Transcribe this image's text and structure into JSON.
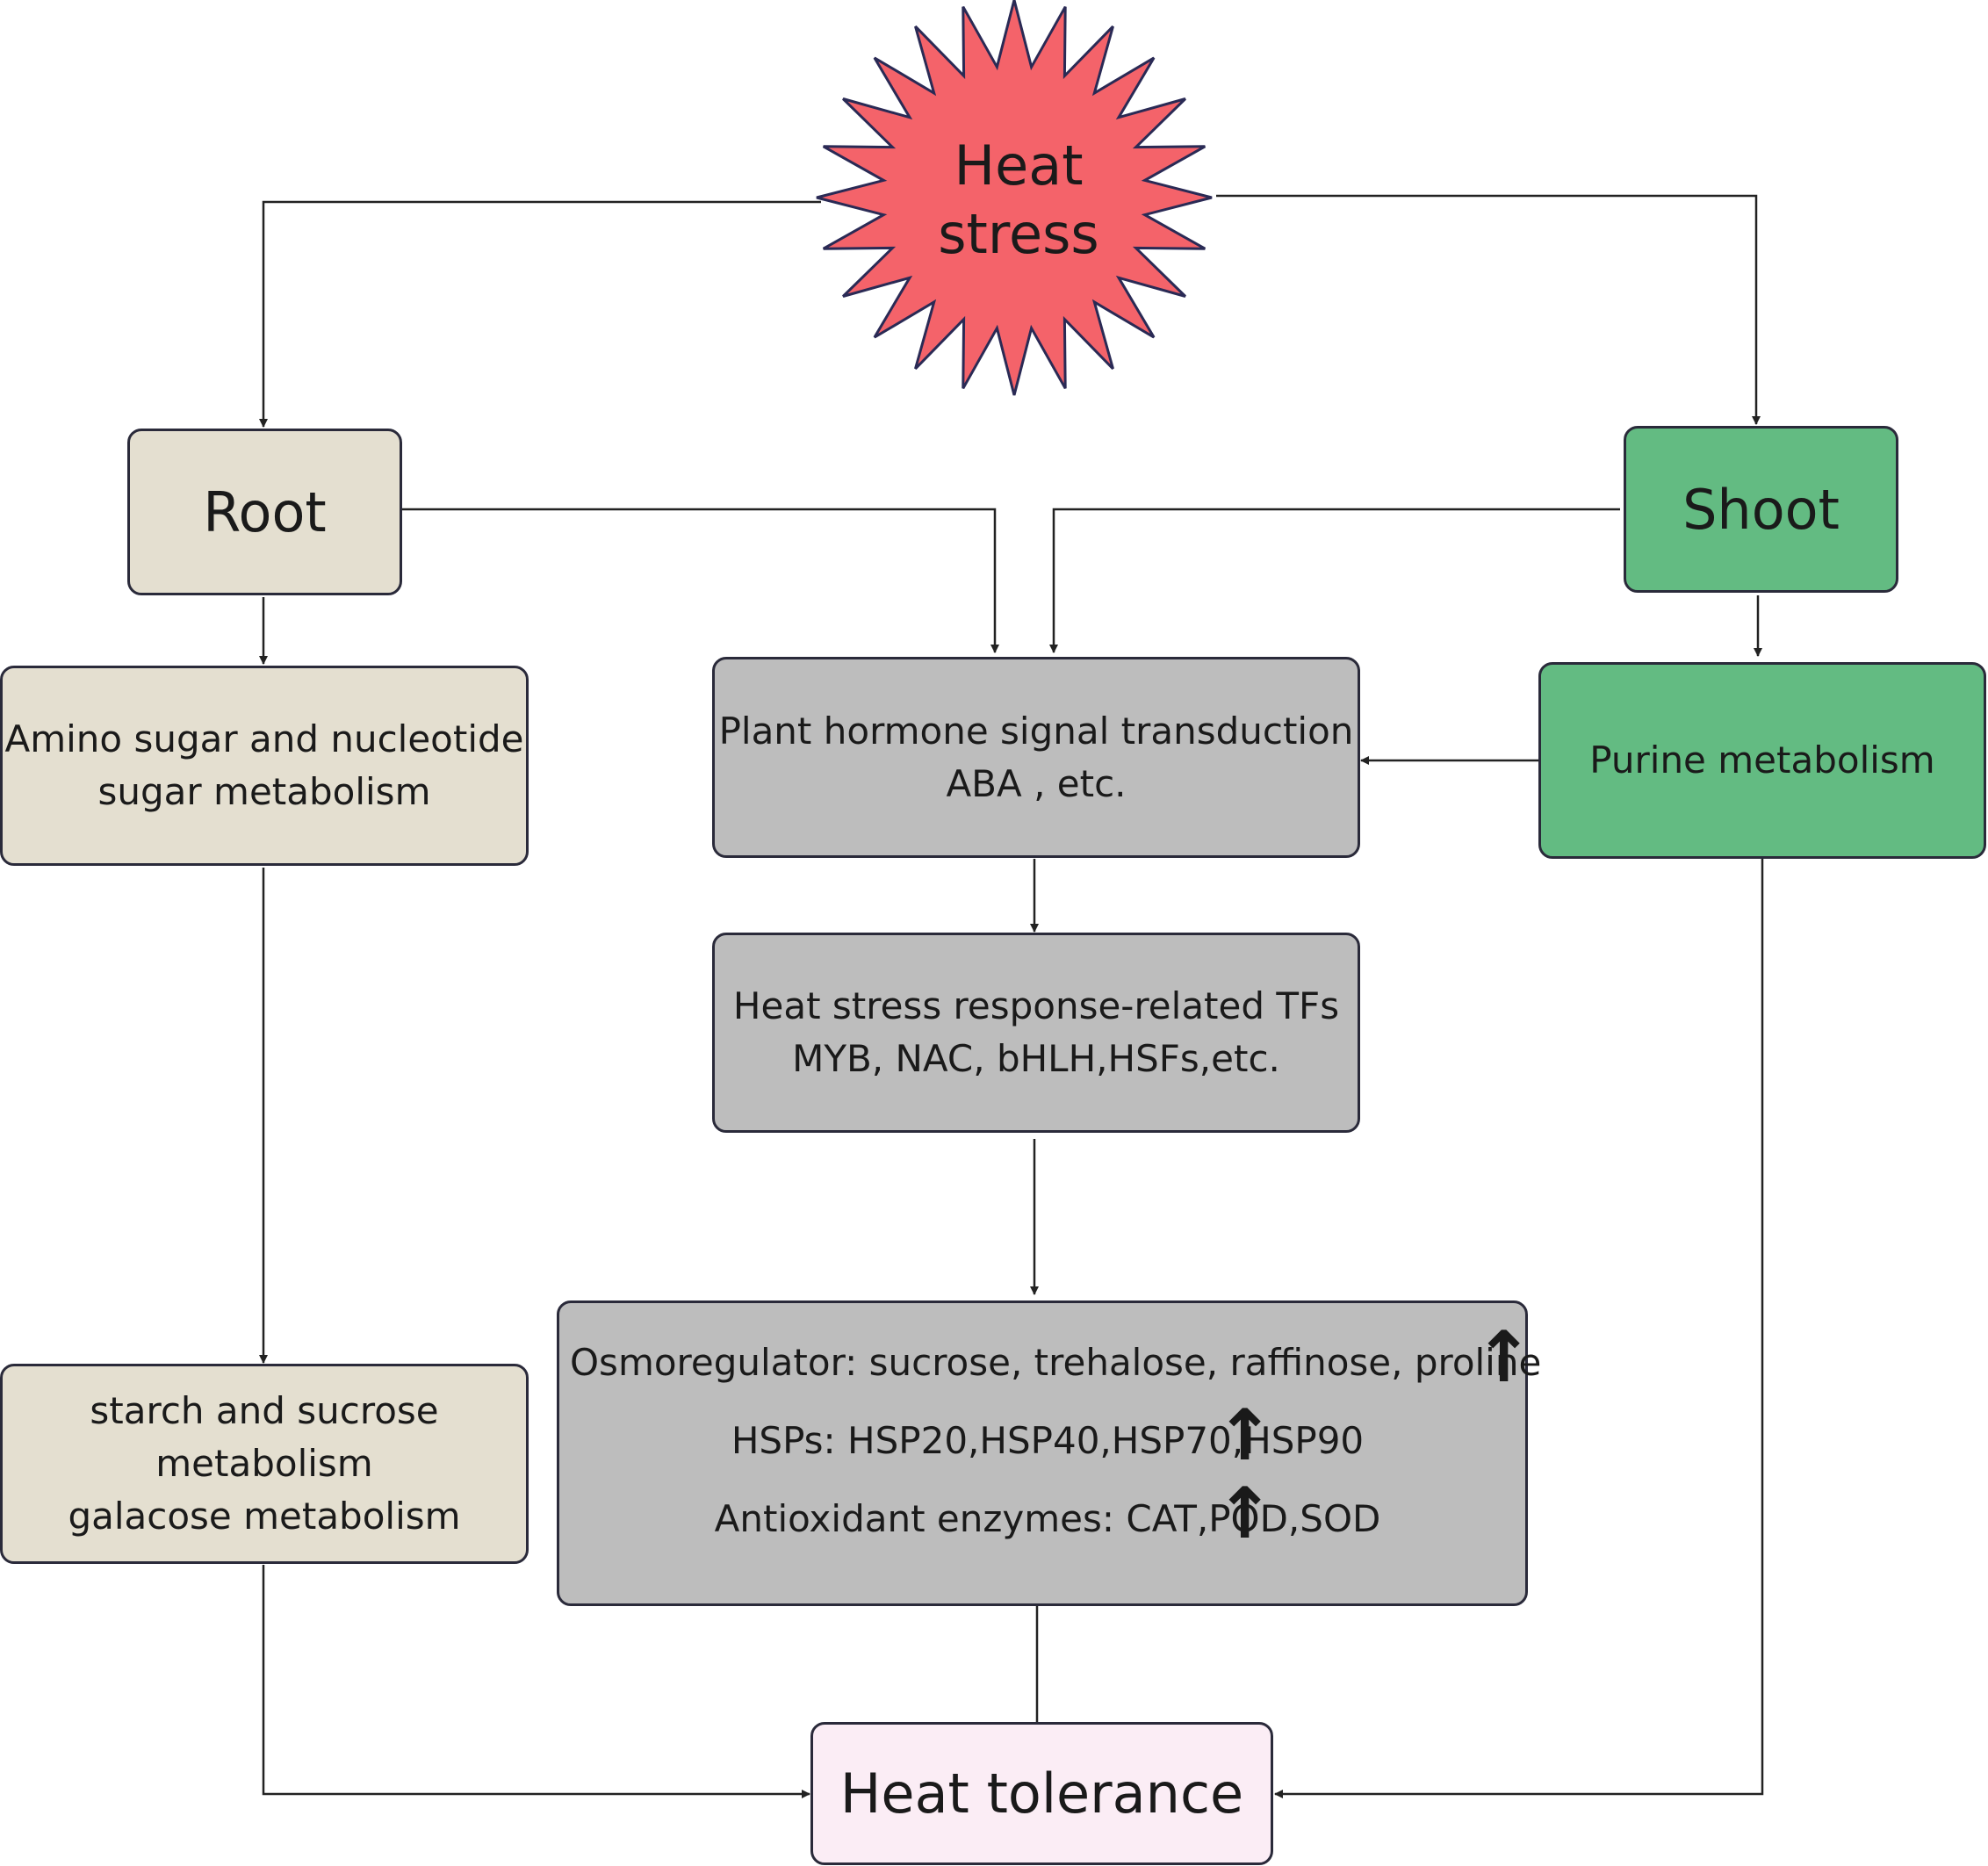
{
  "heat_stress": {
    "line1": "Heat",
    "line2": "stress"
  },
  "root": {
    "label": "Root"
  },
  "shoot": {
    "label": "Shoot"
  },
  "amino_sugar": {
    "line1": "Amino sugar and nucleotide",
    "line2": "sugar metabolism"
  },
  "starch": {
    "line1": "starch and sucrose",
    "line2": "metabolism",
    "line3": "galacose metabolism"
  },
  "hormone": {
    "line1": "Plant hormone signal transduction",
    "line2": "ABA , etc."
  },
  "purine": {
    "label": "Purine metabolism"
  },
  "tfs": {
    "line1": "Heat stress response-related TFs",
    "line2": "MYB, NAC, bHLH,HSFs,etc."
  },
  "effects": {
    "osmo": "Osmoregulator:  sucrose, trehalose, raffinose, proline",
    "hsps": "HSPs:  HSP20,HSP40,HSP70,HSP90",
    "antiox": "Antioxidant enzymes: CAT,POD,SOD",
    "up_arrow": "↑"
  },
  "heat_tolerance": {
    "label": "Heat tolerance"
  },
  "colors": {
    "star_fill": "#f4636a",
    "tan": "#e4dfd0",
    "green": "#63bb82",
    "gray": "#bdbdbd",
    "pink": "#fbedf5"
  }
}
